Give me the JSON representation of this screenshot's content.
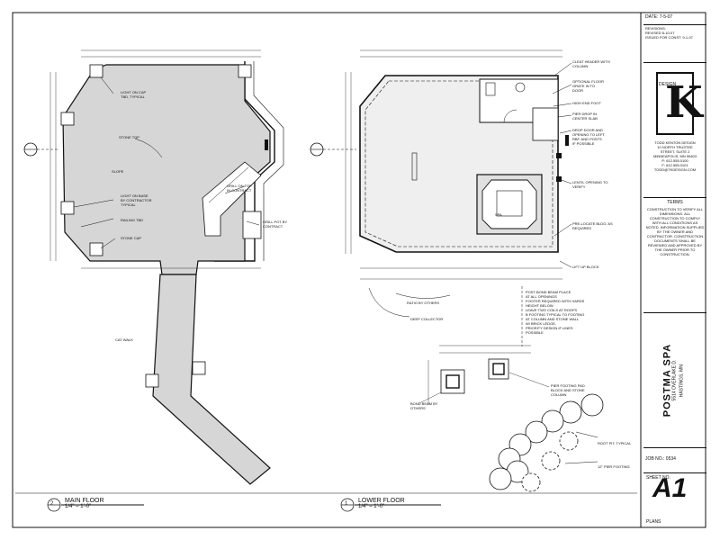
{
  "main_floor": {
    "notes": [
      "LIGHT ON CAP\nTBD, TYPICAL",
      "STONE TOP",
      "SLOPE",
      "LIGHT ON BASE\nBY CONTRACTOR\nTYPICAL",
      "RAILING TBD",
      "STONE CAP",
      "GRILL ON TOP\nIN CONTRACT",
      "GRILL POT BY\nCONTRACT",
      "CAT WALK"
    ]
  },
  "lower_floor": {
    "notes": [
      "CLEAT HEADER WITH\nCOLUMN",
      "OPTIONAL FLOOR\nGRATE IN TO\nDOOR",
      "HIGH END FOOT",
      "PIER DROP IN\nCENTER SLAB",
      "DROP DOOR AND\nOPENING TO LEFT,\nRBF, AND POSTS\nIF POSSIBLE",
      "LENTIL OPENING TO\nVERIFY",
      "PRE-LOCATE BLDG. AS\nREQUIRED",
      "LIFT UP BLOCK",
      "POST-BOND BEAM PLACE\nAT ALL OPENINGS\nFOOTER REQUIRED WITH HARDS\nHEIGHT BELOW\nLEAVE TWO COILS AT ROOFS\nB FOOTING TYPICAL TO FOOTING\nAT COLUMN AND STONE WALL\nW/ BRICK LEDGE,\nPRIORITY DESIGN IF LINES\nPOSSIBLE",
      "RATIO BY OTHERS",
      "DEEP COLLECTOR",
      "SPA"
    ]
  },
  "footing": {
    "notes": [
      "PIER FOOTING PAD\nBLOCK AND STONE\nCOLUMN",
      "BOND BEAM BY\nOTHERS",
      "ROOT PIT, TYPICAL",
      "12\" PIER FOOTING"
    ]
  },
  "views": {
    "main": {
      "number": "2",
      "name": "MAIN FLOOR",
      "scale": "1/4\" = 1'-0\""
    },
    "lower": {
      "number": "1",
      "name": "LOWER FLOOR",
      "scale": "1/4\" = 1'-0\""
    }
  },
  "title_block": {
    "date_label": "DATE:",
    "date": "7-5-07",
    "revisions_label": "REVISIONS:",
    "revisions": [
      "REVISED 8-10-07",
      "ISSUED FOR CONST. 9-1-07"
    ],
    "firm": {
      "logo_letter": "K",
      "logo_side": "DESIGN",
      "name": "TODD KENTON DESIGN",
      "address": [
        "10 NORTH TRUSTEE",
        "STREET, SUITE 2",
        "MINNEAPOLIS, MN 55403",
        "P: 612.555.0100",
        "F: 612.555.0101",
        "TODD@TKDESIGN.COM"
      ]
    },
    "terms_label": "TERMS",
    "terms_text": "Construction to verify all dimensions. All construction to comply with all conditions as noted. Information supplied by the owner and contractor. Construction documents shall be reviewed and approved by the owner prior to construction.",
    "project": {
      "name": "POSTMA SPA",
      "address_1": "5514 OVERLAKE D.",
      "address_2": "HASTINGS, MN."
    },
    "job_label": "JOB NO.:",
    "job_no": "0534",
    "sheet_label": "SHEET NO.",
    "sheet_no": "A1",
    "sheet_name": "PLANS"
  }
}
